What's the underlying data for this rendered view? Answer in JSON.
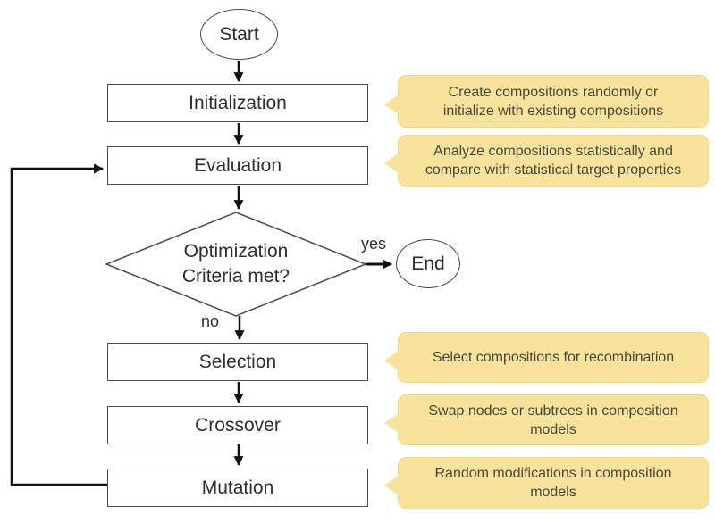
{
  "nodes": {
    "start": "Start",
    "initialization": "Initialization",
    "evaluation": "Evaluation",
    "decision_line1": "Optimization",
    "decision_line2": "Criteria met?",
    "end": "End",
    "selection": "Selection",
    "crossover": "Crossover",
    "mutation": "Mutation"
  },
  "edge_labels": {
    "yes": "yes",
    "no": "no"
  },
  "callouts": [
    {
      "target": "initialization",
      "text": "Create compositions randomly or\ninitialize with existing compositions"
    },
    {
      "target": "evaluation",
      "text": "Analyze compositions statistically and\ncompare with statistical target properties"
    },
    {
      "target": "selection",
      "text": "Select compositions for recombination"
    },
    {
      "target": "crossover",
      "text": "Swap nodes or subtrees in composition\nmodels"
    },
    {
      "target": "mutation",
      "text": "Random modifications in composition\nmodels"
    }
  ],
  "colors": {
    "background": "#FFFFFF",
    "shape_fill": "#FFFFFF",
    "shape_stroke": "#4A4A4A",
    "arrow_color": "#111111",
    "node_text_color": "#2E2E2E",
    "callout_fill": "#F7E39C",
    "callout_text_color": "#4A4639"
  }
}
